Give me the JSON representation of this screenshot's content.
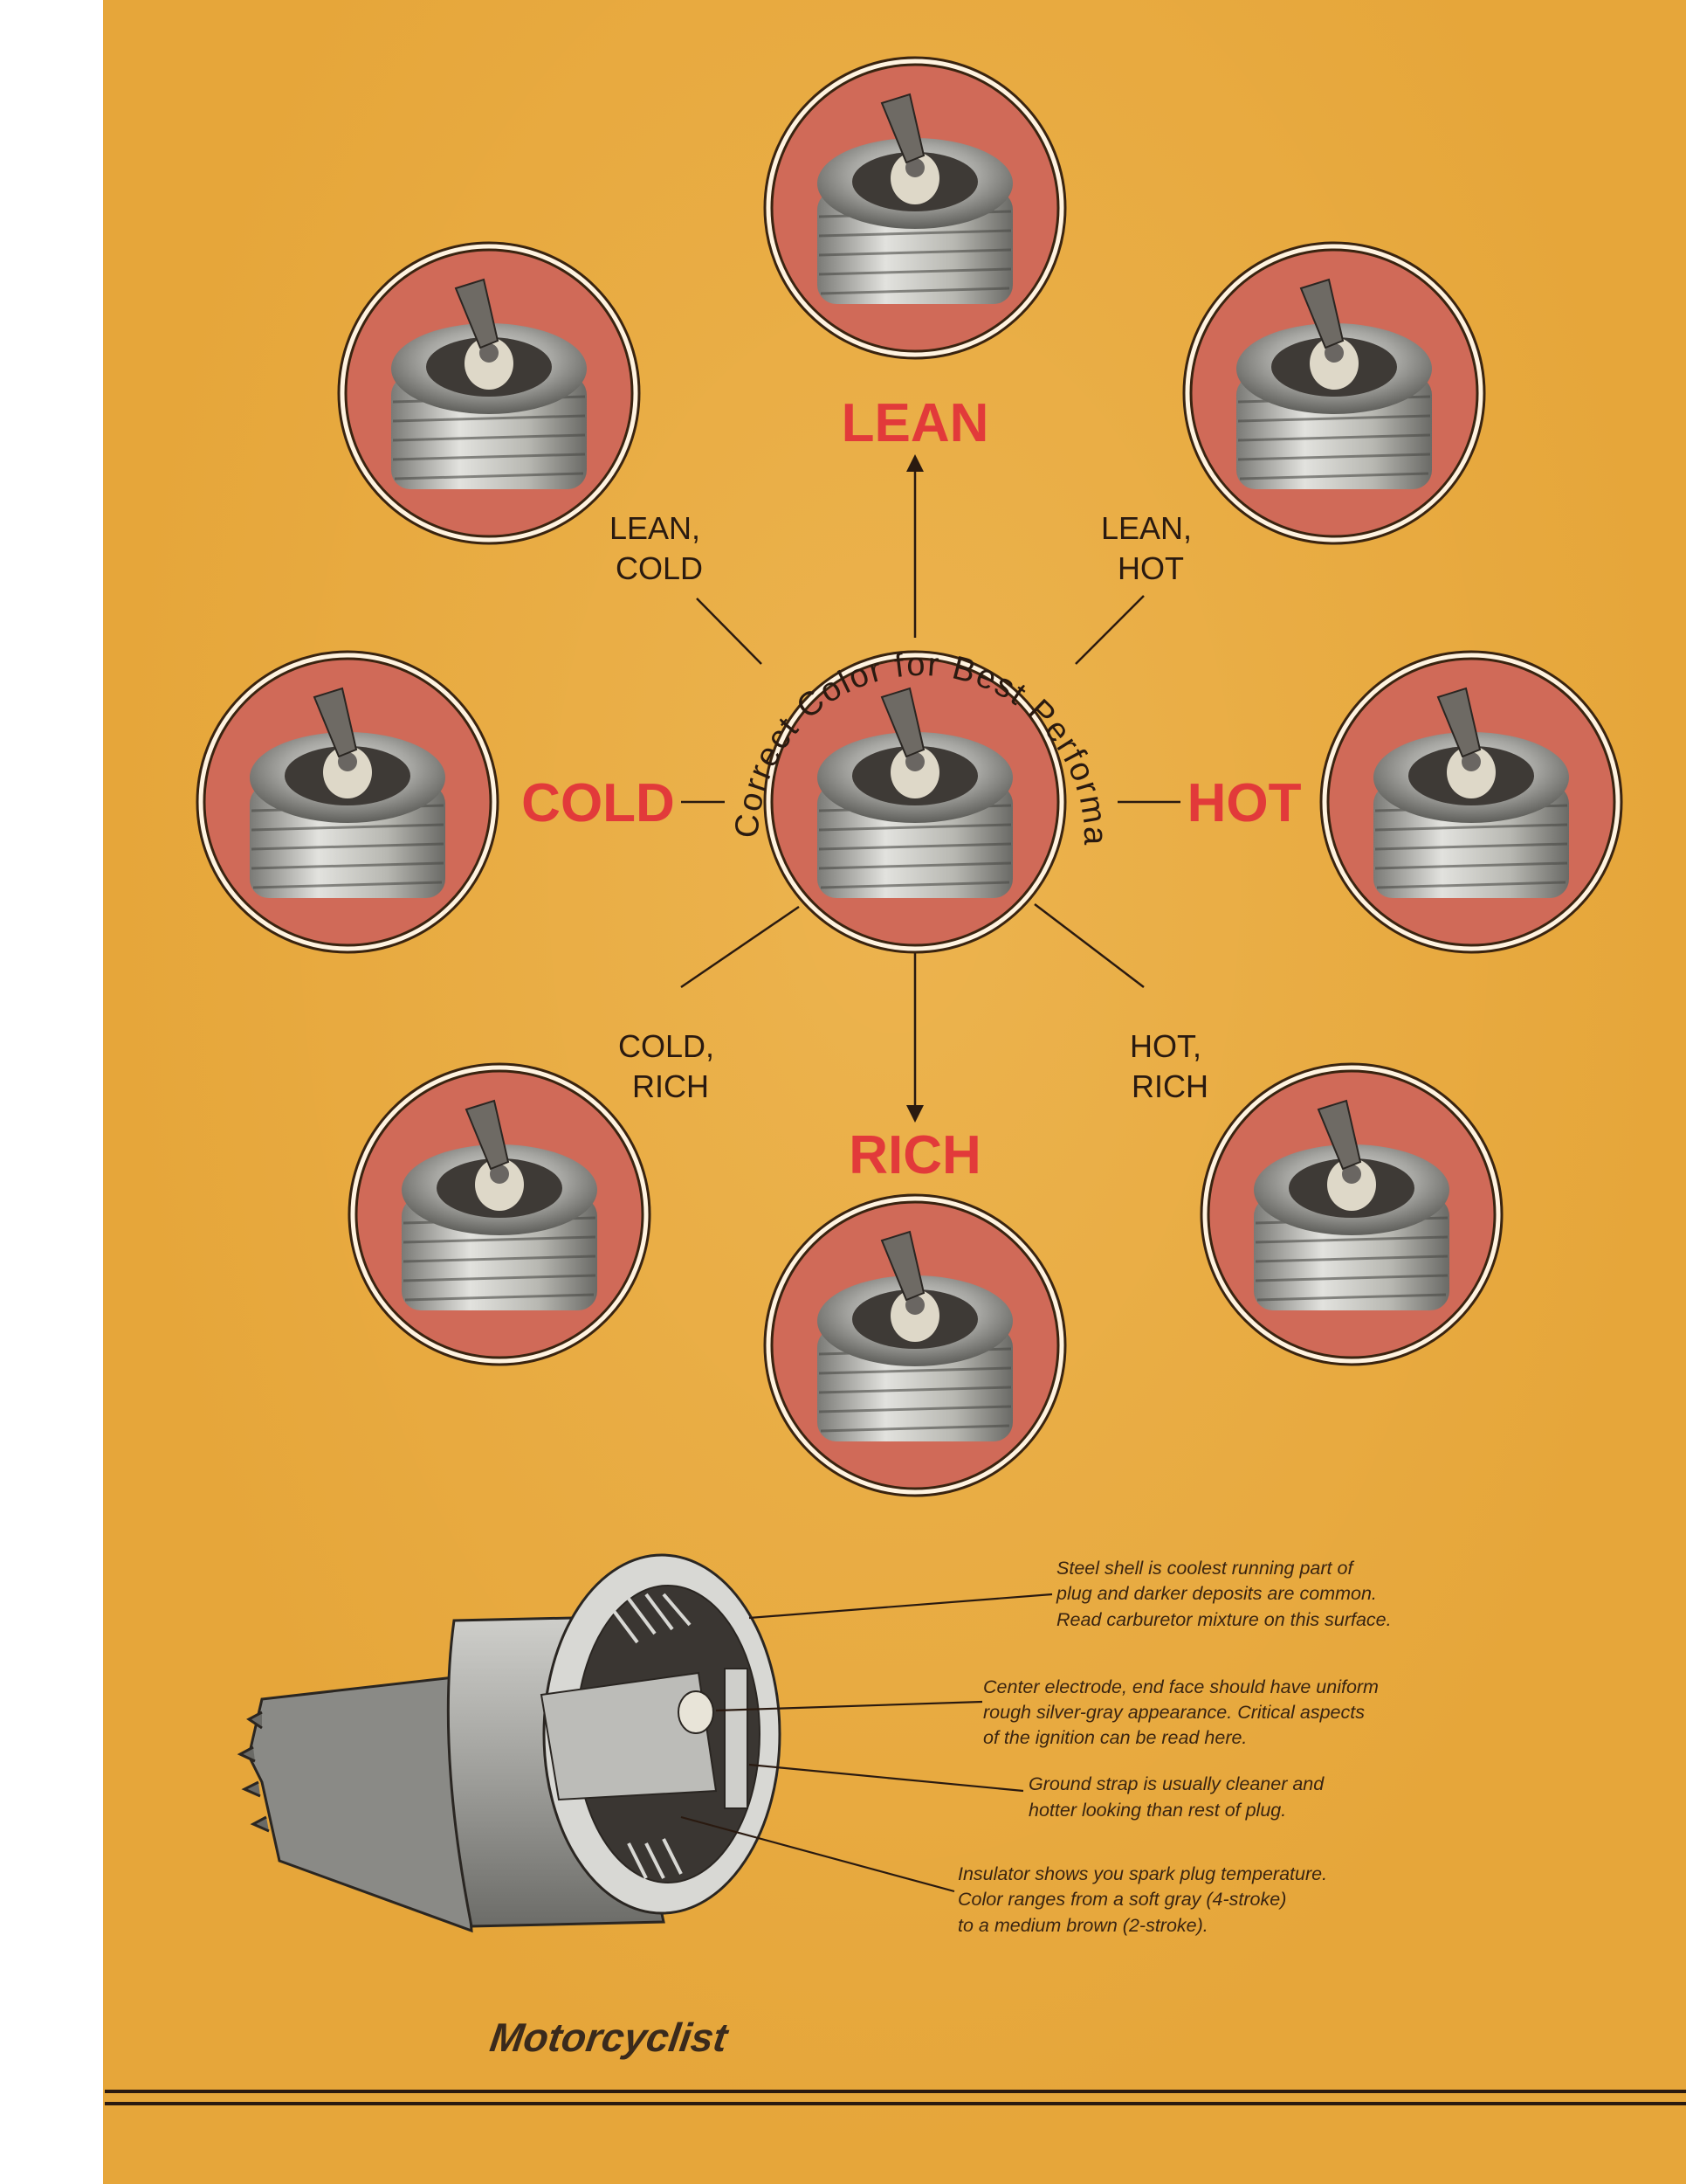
{
  "center": {
    "label": "Correct Color for Best Performance"
  },
  "labels": {
    "lean": "LEAN",
    "cold": "COLD",
    "hot": "HOT",
    "rich": "RICH",
    "lean_cold": [
      "LEAN,",
      "COLD"
    ],
    "lean_hot": [
      "LEAN,",
      "HOT"
    ],
    "cold_rich": [
      "COLD,",
      "RICH"
    ],
    "hot_rich": [
      "HOT,",
      "RICH"
    ]
  },
  "captions": {
    "steel_shell": [
      "Steel shell is coolest  running part of",
      "plug and  darker deposits are common.",
      "Read carburetor  mixture on this surface."
    ],
    "center_electrode": [
      "Center electrode, end face should have  uniform",
      "rough silver-gray appearance.  Critical  aspects",
      "of the  ignition can be read here."
    ],
    "ground_strap": [
      "Ground strap is usually cleaner and",
      "hotter looking  than rest of plug."
    ],
    "insulator": [
      "Insulator shows you spark  plug temperature.",
      "Color ranges from a soft gray  (4-stroke)",
      "to a medium  brown (2-stroke)."
    ]
  },
  "brand": {
    "logo": "Motorcyclist"
  },
  "colors": {
    "page": "#e6a63a",
    "accent": "#e23a3a",
    "disc": "#d06a58",
    "ink": "#2a1a10"
  }
}
